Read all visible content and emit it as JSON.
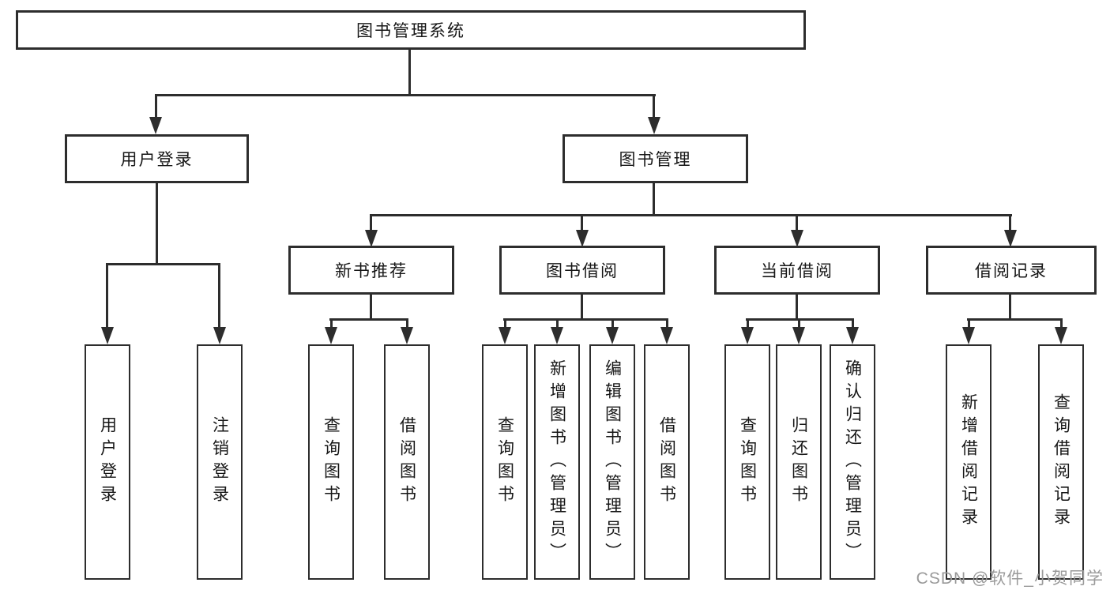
{
  "tree": {
    "label": "图书管理系统",
    "children": [
      {
        "label": "用户登录",
        "children": [
          {
            "label": "用户登录"
          },
          {
            "label": "注销登录"
          }
        ]
      },
      {
        "label": "图书管理",
        "children": [
          {
            "label": "新书推荐",
            "children": [
              {
                "label": "查询图书"
              },
              {
                "label": "借阅图书"
              }
            ]
          },
          {
            "label": "图书借阅",
            "children": [
              {
                "label": "查询图书"
              },
              {
                "label": "新增图书（管理员）"
              },
              {
                "label": "编辑图书（管理员）"
              },
              {
                "label": "借阅图书"
              }
            ]
          },
          {
            "label": "当前借阅",
            "children": [
              {
                "label": "查询图书"
              },
              {
                "label": "归还图书"
              },
              {
                "label": "确认归还（管理员）"
              }
            ]
          },
          {
            "label": "借阅记录",
            "children": [
              {
                "label": "新增借阅记录"
              },
              {
                "label": "查询借阅记录"
              }
            ]
          }
        ]
      }
    ]
  },
  "watermark": {
    "text": "CSDN @软件_小贺同学"
  },
  "colors": {
    "line": "#2d2d2d",
    "text": "#161616",
    "watermark": "#9a9a9a",
    "background": "#ffffff"
  }
}
